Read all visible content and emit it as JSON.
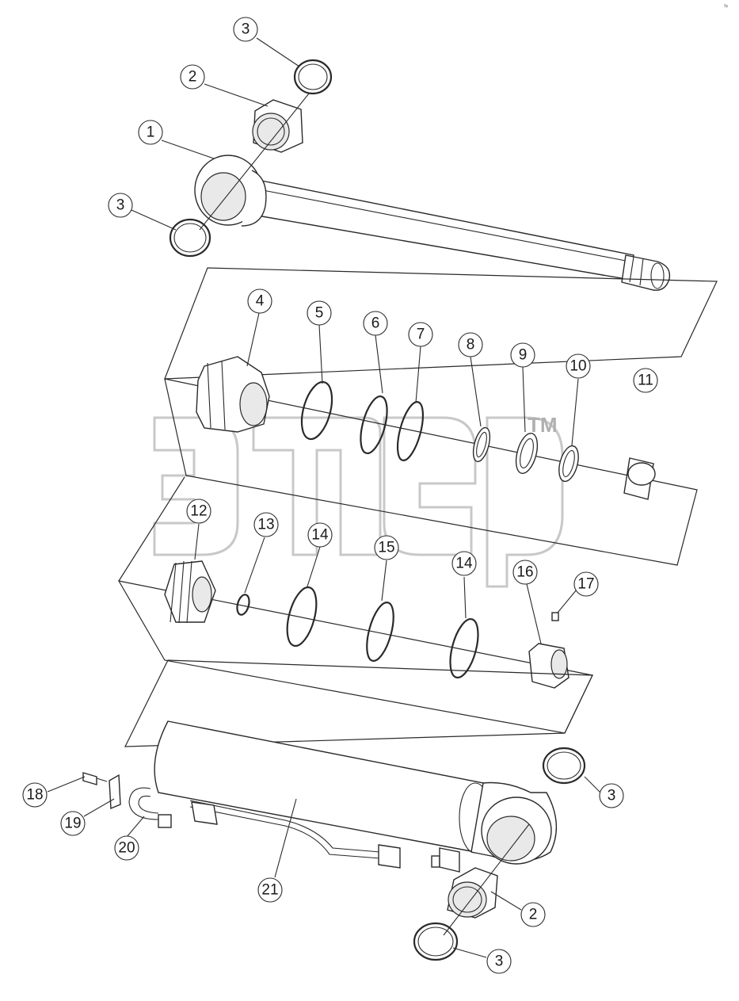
{
  "watermark": {
    "mark": "TM"
  },
  "corner_mark": "⇆",
  "callouts": [
    {
      "id": "c3a",
      "label": "3"
    },
    {
      "id": "c2a",
      "label": "2"
    },
    {
      "id": "c1",
      "label": "1"
    },
    {
      "id": "c3b",
      "label": "3"
    },
    {
      "id": "c4",
      "label": "4"
    },
    {
      "id": "c5",
      "label": "5"
    },
    {
      "id": "c6",
      "label": "6"
    },
    {
      "id": "c7",
      "label": "7"
    },
    {
      "id": "c8",
      "label": "8"
    },
    {
      "id": "c9",
      "label": "9"
    },
    {
      "id": "c10",
      "label": "10"
    },
    {
      "id": "c11",
      "label": "11"
    },
    {
      "id": "c12",
      "label": "12"
    },
    {
      "id": "c13",
      "label": "13"
    },
    {
      "id": "c14a",
      "label": "14"
    },
    {
      "id": "c15",
      "label": "15"
    },
    {
      "id": "c14b",
      "label": "14"
    },
    {
      "id": "c16",
      "label": "16"
    },
    {
      "id": "c17",
      "label": "17"
    },
    {
      "id": "c18",
      "label": "18"
    },
    {
      "id": "c19",
      "label": "19"
    },
    {
      "id": "c20",
      "label": "20"
    },
    {
      "id": "c21",
      "label": "21"
    },
    {
      "id": "c3c",
      "label": "3"
    },
    {
      "id": "c2b",
      "label": "2"
    },
    {
      "id": "c3d",
      "label": "3"
    }
  ]
}
